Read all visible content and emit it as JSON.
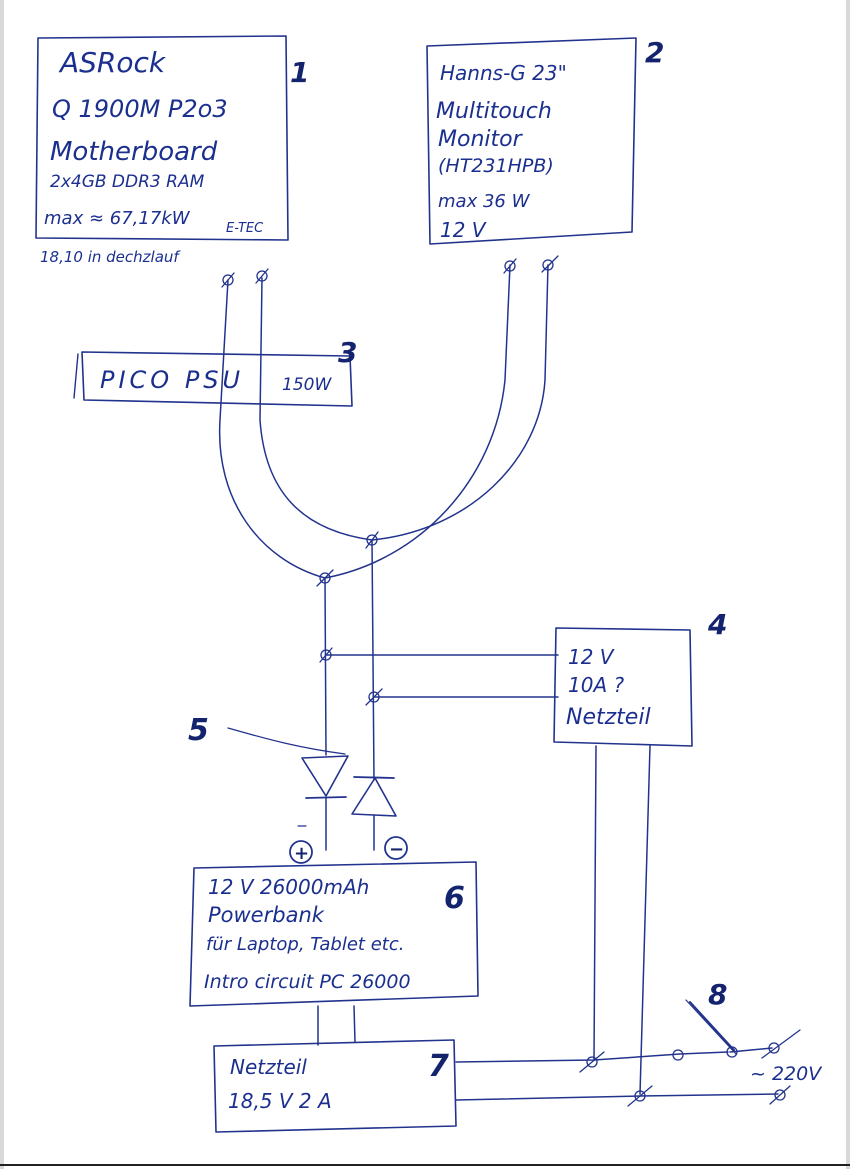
{
  "boxes": {
    "motherboard": {
      "number": "1",
      "lines": [
        "ASRock",
        "Q 1900M  P2o3",
        "Motherboard",
        "2x4GB DDR3 RAM",
        "max ≈ 67,17kW",
        "E-TEC"
      ],
      "note": "18,10 in dechzlauf"
    },
    "monitor": {
      "number": "2",
      "lines": [
        "Hanns-G 23\"",
        "Multitouch",
        "Monitor",
        "(HT231HPB)",
        "max 36 W",
        "12 V"
      ]
    },
    "pico_psu": {
      "number": "3",
      "label": "PICO PSU",
      "watt": "150W"
    },
    "netzteil_12v": {
      "number": "4",
      "lines": [
        "12 V",
        "10A  ?",
        "Netzteil"
      ]
    },
    "diodes": {
      "number": "5"
    },
    "powerbank": {
      "number": "6",
      "lines": [
        "12 V  26000mAh",
        "Powerbank",
        "für Laptop, Tablet etc.",
        "Intro circuit  PC 26000"
      ],
      "plus": "+",
      "minus": "−"
    },
    "netzteil_18v": {
      "number": "7",
      "lines": [
        "Netzteil",
        "18,5 V  2 A"
      ]
    },
    "switch": {
      "number": "8"
    },
    "mains": {
      "label": "~ 220V"
    }
  }
}
